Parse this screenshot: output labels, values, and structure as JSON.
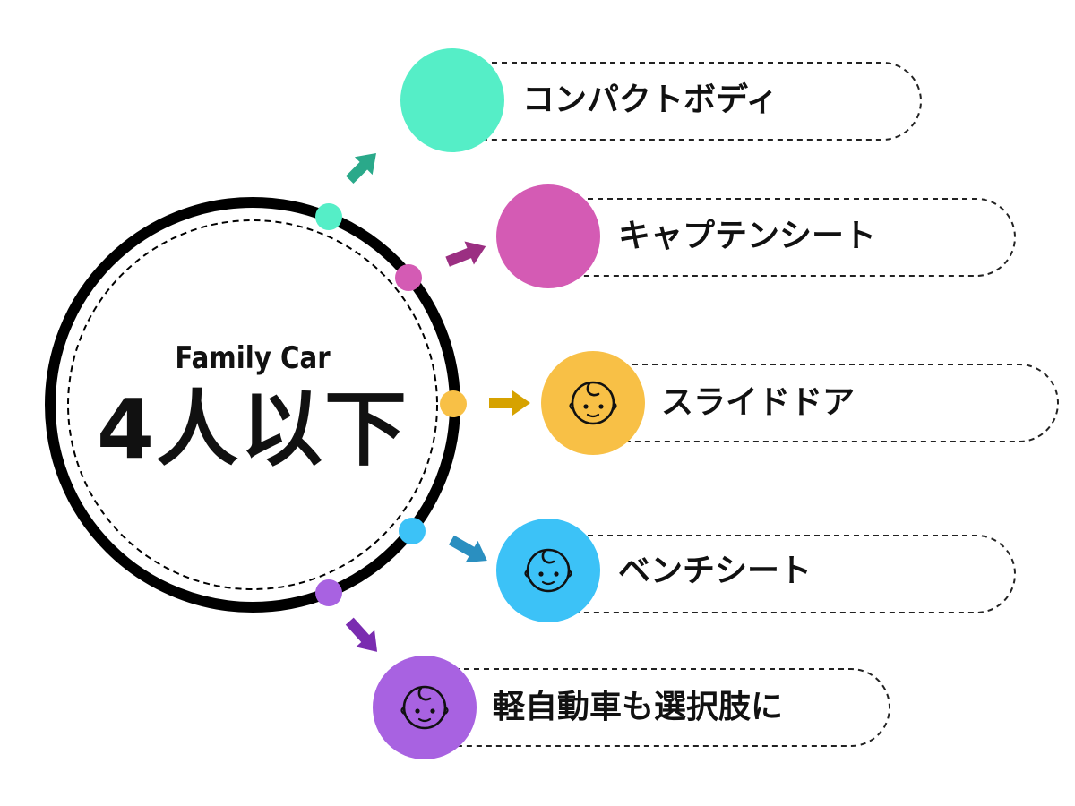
{
  "center": {
    "subtitle": "Family Car",
    "title": "4人以下"
  },
  "items": [
    {
      "label": "コンパクトボディ",
      "color": "#55eec7",
      "arrow_color": "#2aa98a",
      "icon": "none"
    },
    {
      "label": "キャプテンシート",
      "color": "#d45bb4",
      "arrow_color": "#9b2f82",
      "icon": "none"
    },
    {
      "label": "スライドドア",
      "color": "#f8c046",
      "arrow_color": "#d6a200",
      "icon": "baby-face-icon"
    },
    {
      "label": "ベンチシート",
      "color": "#3cc2f7",
      "arrow_color": "#2a8fc0",
      "icon": "baby-face-icon"
    },
    {
      "label": "軽自動車も選択肢に",
      "color": "#a862e1",
      "arrow_color": "#7a2cb0",
      "icon": "baby-face-icon"
    }
  ]
}
